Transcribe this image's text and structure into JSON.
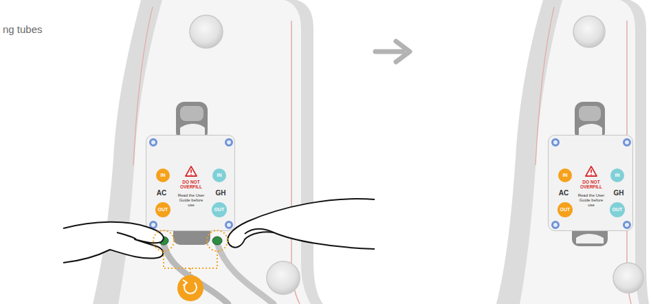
{
  "diagram": {
    "nodes": [
      {
        "text": [
          "AC",
          "DO NOT OVERFILL",
          "Read the User Guide before use",
          "GH"
        ]
      },
      {
        "text": [
          "IN"
        ],
        "in": 0
      },
      {
        "text": [
          "IN"
        ],
        "in": 0
      },
      {
        "text": [
          "OUT"
        ],
        "in": 0
      },
      {
        "text": [
          "OUT"
        ],
        "in": 0
      },
      {
        "text": [
          "AC",
          "DO NOT OVERFILL",
          "Read the User Guide before use",
          "GH"
        ]
      },
      {
        "text": [
          "IN"
        ],
        "in": 5
      },
      {
        "text": [
          "IN"
        ],
        "in": 5
      },
      {
        "text": [
          "OUT"
        ],
        "in": 5
      },
      {
        "text": [
          "OUT"
        ],
        "in": 5
      }
    ],
    "labels": [
      "ng tubes"
    ]
  }
}
